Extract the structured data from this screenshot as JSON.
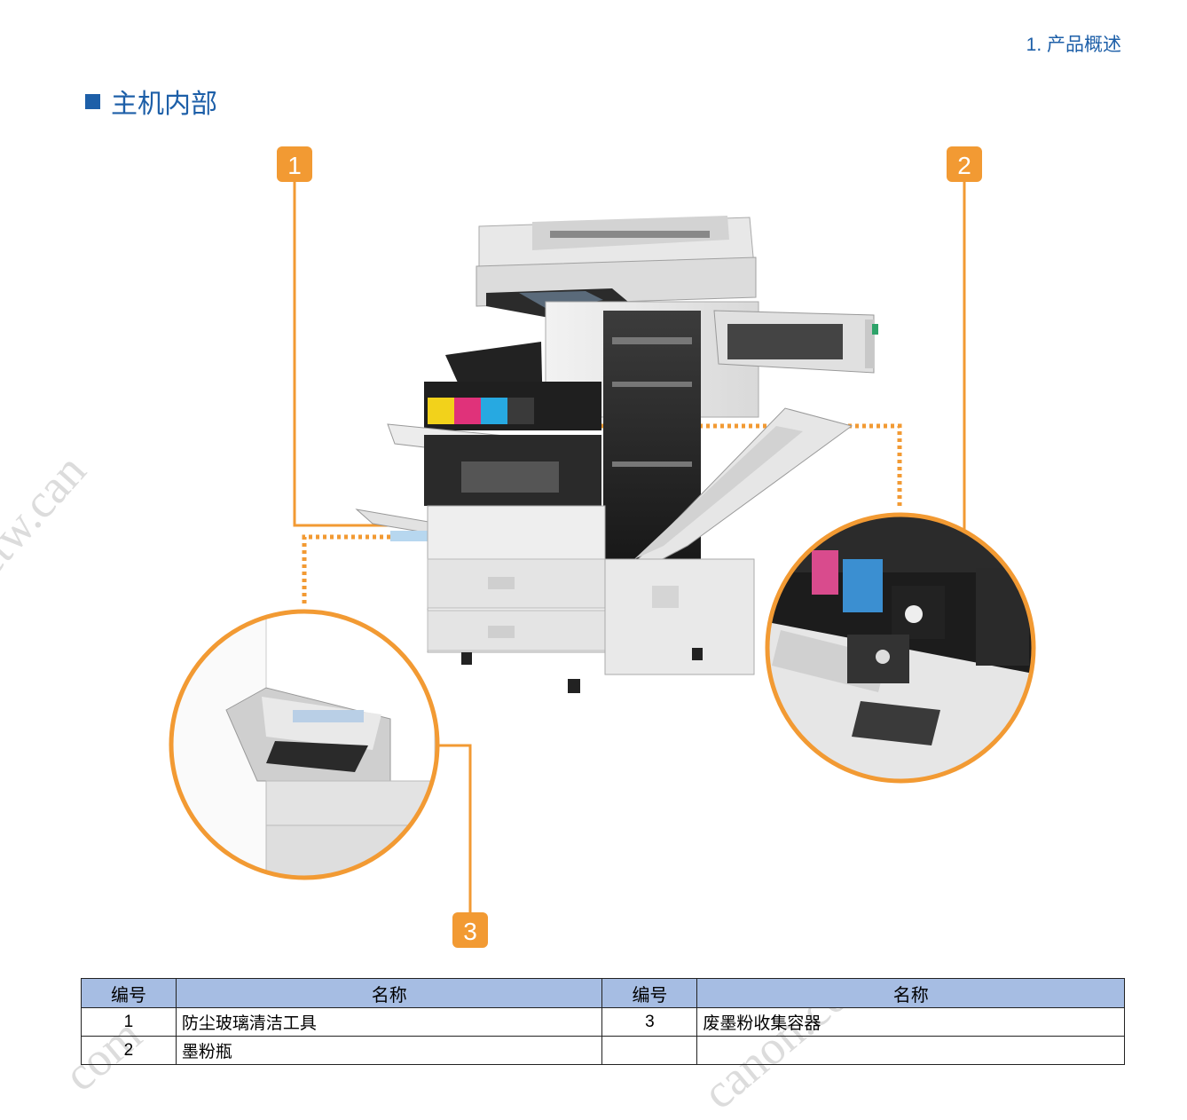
{
  "header": {
    "chapter": "1. 产品概述"
  },
  "section": {
    "title": "主机内部"
  },
  "callouts": [
    "1",
    "2",
    "3"
  ],
  "watermark": "ctw.canon.com",
  "colors": {
    "accent": "#f29a33",
    "heading": "#1d5fa8",
    "table_header": "#a6bde3"
  },
  "table": {
    "headers": [
      "编号",
      "名称",
      "编号",
      "名称"
    ],
    "rows": [
      [
        "1",
        "防尘玻璃清洁工具",
        "3",
        "废墨粉收集容器"
      ],
      [
        "2",
        "墨粉瓶",
        "",
        ""
      ]
    ]
  }
}
